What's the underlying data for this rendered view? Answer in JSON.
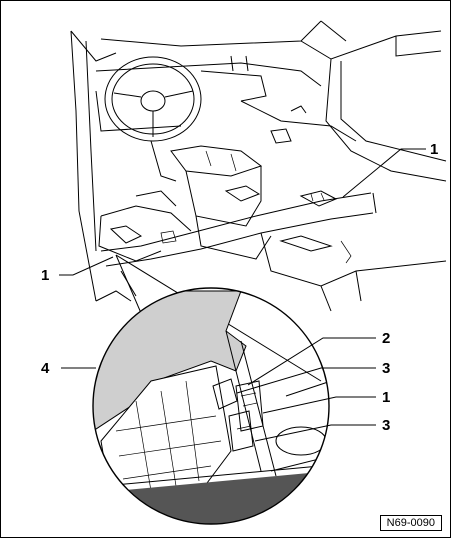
{
  "figure": {
    "reference_code": "N69-0090",
    "callouts": [
      {
        "id": "c1-right",
        "label": "1"
      },
      {
        "id": "c1-left",
        "label": "1"
      },
      {
        "id": "c2",
        "label": "2"
      },
      {
        "id": "c3-upper",
        "label": "3"
      },
      {
        "id": "c4",
        "label": "4"
      },
      {
        "id": "c1-detail",
        "label": "1"
      },
      {
        "id": "c3-lower",
        "label": "3"
      }
    ]
  },
  "colors": {
    "line": "#000000",
    "background": "#ffffff",
    "shade": "#cfcfcf",
    "dark_strip": "#555555"
  }
}
